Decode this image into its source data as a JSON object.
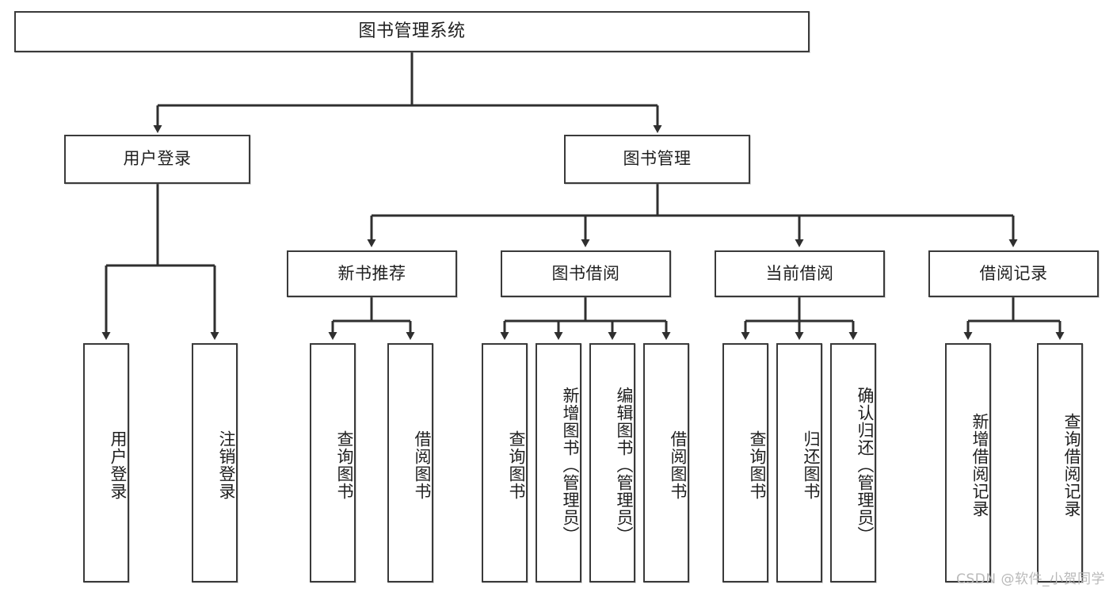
{
  "diagram": {
    "title": "图书管理系统",
    "watermark": "CSDN @软件_小贺同学",
    "type": "tree",
    "orientation": "top-down",
    "line_color": "#3a3a3a",
    "box_fill": "#ffffff",
    "text_color": "#1f1f1f",
    "levels": 4
  },
  "nodes": {
    "root": {
      "label": "图书管理系统"
    },
    "level2": [
      {
        "label": "用户登录"
      },
      {
        "label": "图书管理"
      }
    ],
    "level3": [
      {
        "label": "新书推荐"
      },
      {
        "label": "图书借阅"
      },
      {
        "label": "当前借阅"
      },
      {
        "label": "借阅记录"
      }
    ],
    "leaves_user_login": [
      {
        "label": "用户登录"
      },
      {
        "label": "注销登录"
      }
    ],
    "leaves_new_book": [
      {
        "label": "查询图书"
      },
      {
        "label": "借阅图书"
      }
    ],
    "leaves_borrow": [
      {
        "label": "查询图书"
      },
      {
        "label": "新增图书（管理员）"
      },
      {
        "label": "编辑图书（管理员）"
      },
      {
        "label": "借阅图书"
      }
    ],
    "leaves_current": [
      {
        "label": "查询图书"
      },
      {
        "label": "归还图书"
      },
      {
        "label": "确认归还（管理员）"
      }
    ],
    "leaves_records": [
      {
        "label": "新增借阅记录"
      },
      {
        "label": "查询借阅记录"
      }
    ]
  }
}
